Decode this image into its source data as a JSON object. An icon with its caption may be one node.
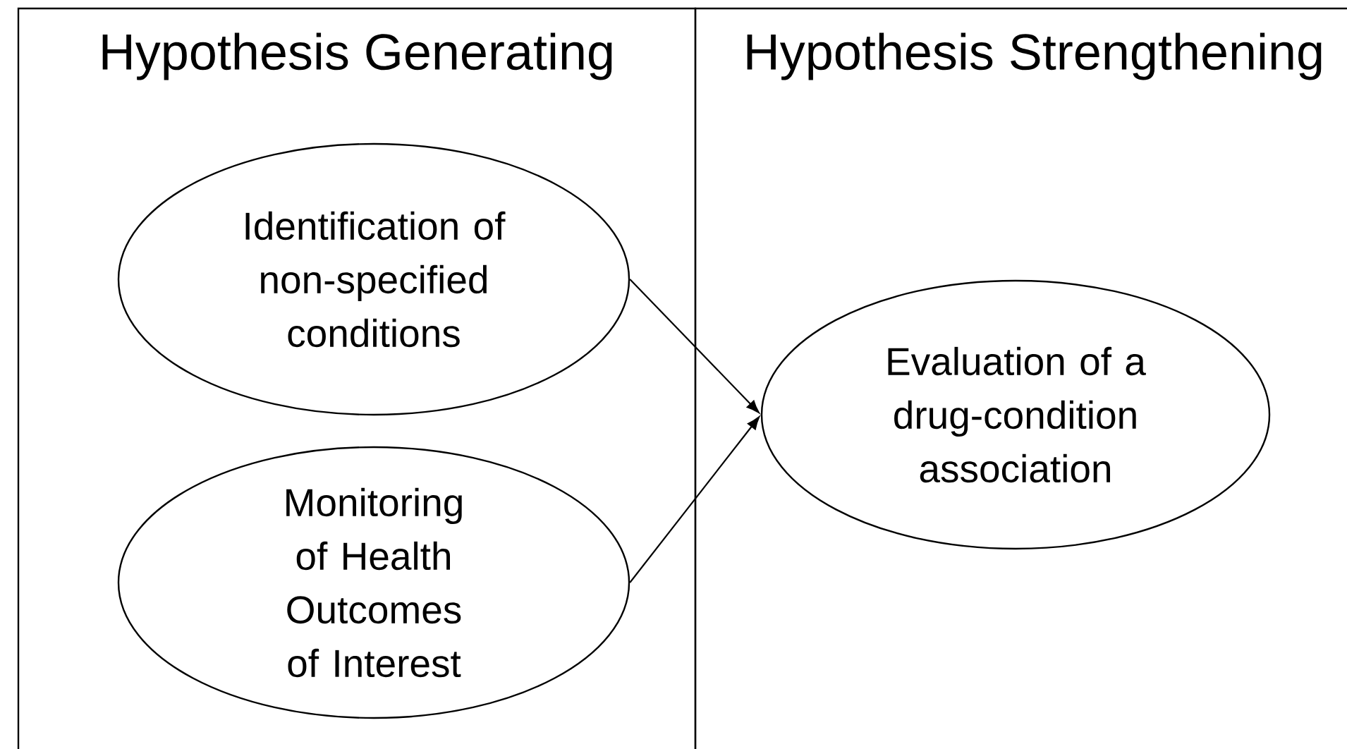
{
  "diagram": {
    "nodes": [
      {
        "text": [
          "Hypothesis Generating"
        ]
      },
      {
        "text": [
          "Hypothesis Strengthening"
        ]
      },
      {
        "text": [
          "Identification of non-specified conditions"
        ],
        "in": 0
      },
      {
        "text": [
          "Monitoring of Health Outcomes of Interest"
        ],
        "in": 0
      },
      {
        "text": [
          "Evaluation of a drug-condition association"
        ],
        "in": 1
      }
    ],
    "edges": [
      {
        "from": 2,
        "to": 4,
        "arrow": "to"
      },
      {
        "from": 3,
        "to": 4,
        "arrow": "to"
      }
    ]
  }
}
